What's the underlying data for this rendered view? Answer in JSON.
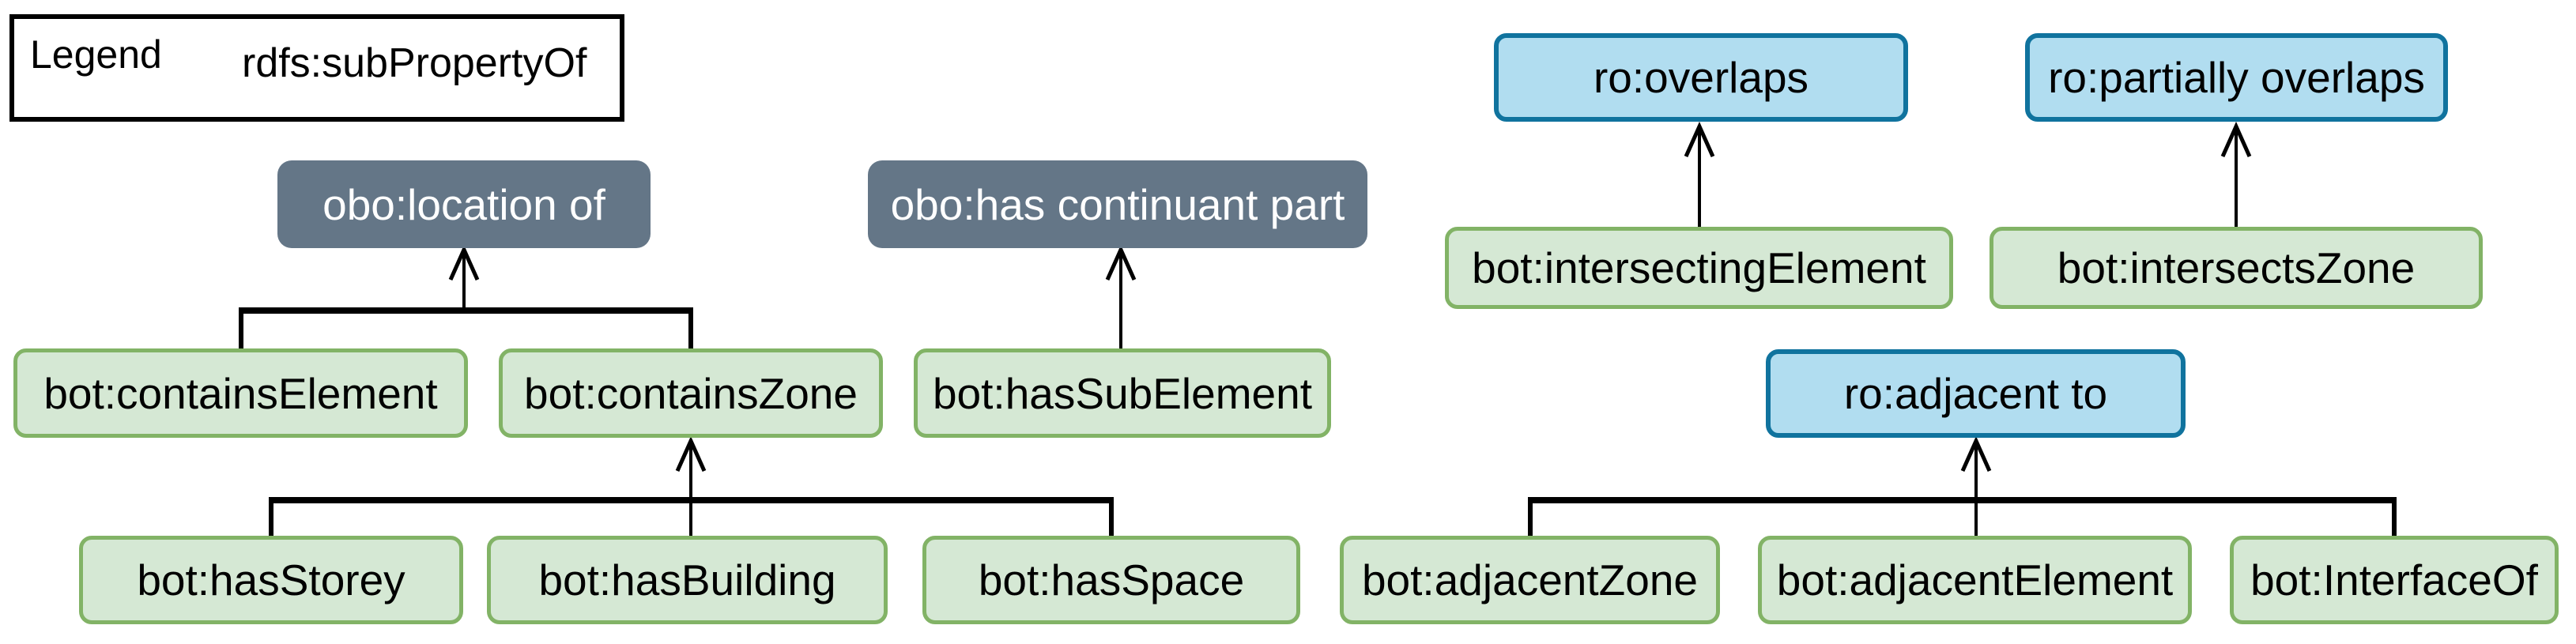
{
  "legend": {
    "title": "Legend",
    "arrow_icon": "right-arrow-icon",
    "relation_label": "rdfs:subPropertyOf"
  },
  "colors": {
    "background": "#ffffff",
    "bot_node_fill": "#d5e8d4",
    "bot_node_border": "#82b366",
    "ro_node_fill": "#b1ddf0",
    "ro_node_border": "#10739e",
    "obo_node_fill": "#647687",
    "obo_node_text": "#ffffff",
    "node_text": "#000000",
    "edge_line": "#000000",
    "legend_border": "#000000"
  },
  "nodes": {
    "obo_location_of": {
      "label": "obo:location of",
      "type": "obo"
    },
    "obo_has_continuant_part": {
      "label": "obo:has continuant part",
      "type": "obo"
    },
    "ro_overlaps": {
      "label": "ro:overlaps",
      "type": "ro"
    },
    "ro_partially_overlaps": {
      "label": "ro:partially overlaps",
      "type": "ro"
    },
    "ro_adjacent_to": {
      "label": "ro:adjacent to",
      "type": "ro"
    },
    "bot_containsElement": {
      "label": "bot:containsElement",
      "type": "bot"
    },
    "bot_containsZone": {
      "label": "bot:containsZone",
      "type": "bot"
    },
    "bot_hasSubElement": {
      "label": "bot:hasSubElement",
      "type": "bot"
    },
    "bot_hasStorey": {
      "label": "bot:hasStorey",
      "type": "bot"
    },
    "bot_hasBuilding": {
      "label": "bot:hasBuilding",
      "type": "bot"
    },
    "bot_hasSpace": {
      "label": "bot:hasSpace",
      "type": "bot"
    },
    "bot_intersectingElement": {
      "label": "bot:intersectingElement",
      "type": "bot"
    },
    "bot_intersectsZone": {
      "label": "bot:intersectsZone",
      "type": "bot"
    },
    "bot_adjacentZone": {
      "label": "bot:adjacentZone",
      "type": "bot"
    },
    "bot_adjacentElement": {
      "label": "bot:adjacentElement",
      "type": "bot"
    },
    "bot_InterfaceOf": {
      "label": "bot:InterfaceOf",
      "type": "bot"
    }
  },
  "edges": [
    {
      "from": "bot:containsElement",
      "to": "obo:location of",
      "relation": "rdfs:subPropertyOf"
    },
    {
      "from": "bot:containsZone",
      "to": "obo:location of",
      "relation": "rdfs:subPropertyOf"
    },
    {
      "from": "bot:hasSubElement",
      "to": "obo:has continuant part",
      "relation": "rdfs:subPropertyOf"
    },
    {
      "from": "bot:hasStorey",
      "to": "bot:containsZone",
      "relation": "rdfs:subPropertyOf"
    },
    {
      "from": "bot:hasBuilding",
      "to": "bot:containsZone",
      "relation": "rdfs:subPropertyOf"
    },
    {
      "from": "bot:hasSpace",
      "to": "bot:containsZone",
      "relation": "rdfs:subPropertyOf"
    },
    {
      "from": "bot:intersectingElement",
      "to": "ro:overlaps",
      "relation": "rdfs:subPropertyOf"
    },
    {
      "from": "bot:intersectsZone",
      "to": "ro:partially overlaps",
      "relation": "rdfs:subPropertyOf"
    },
    {
      "from": "bot:adjacentZone",
      "to": "ro:adjacent to",
      "relation": "rdfs:subPropertyOf"
    },
    {
      "from": "bot:adjacentElement",
      "to": "ro:adjacent to",
      "relation": "rdfs:subPropertyOf"
    },
    {
      "from": "bot:InterfaceOf",
      "to": "ro:adjacent to",
      "relation": "rdfs:subPropertyOf"
    }
  ]
}
